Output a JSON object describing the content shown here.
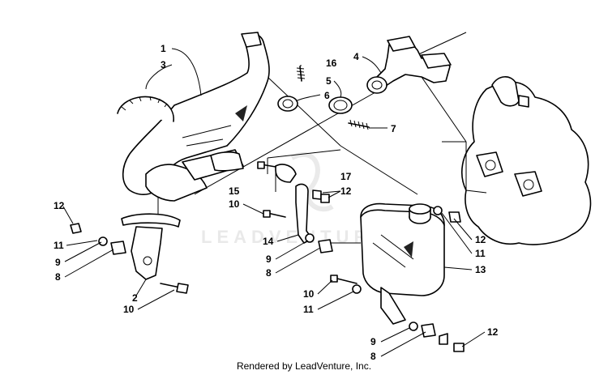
{
  "diagram": {
    "watermark": "LEADVENTURE",
    "credit": "Rendered by LeadVenture, Inc.",
    "callouts": [
      {
        "id": "c1",
        "label": "1"
      },
      {
        "id": "c2",
        "label": "2"
      },
      {
        "id": "c3",
        "label": "3"
      },
      {
        "id": "c4",
        "label": "4"
      },
      {
        "id": "c5",
        "label": "5"
      },
      {
        "id": "c6",
        "label": "6"
      },
      {
        "id": "c7",
        "label": "7"
      },
      {
        "id": "c8a",
        "label": "8"
      },
      {
        "id": "c8b",
        "label": "8"
      },
      {
        "id": "c8c",
        "label": "8"
      },
      {
        "id": "c9a",
        "label": "9"
      },
      {
        "id": "c9b",
        "label": "9"
      },
      {
        "id": "c9c",
        "label": "9"
      },
      {
        "id": "c10a",
        "label": "10"
      },
      {
        "id": "c10b",
        "label": "10"
      },
      {
        "id": "c10c",
        "label": "10"
      },
      {
        "id": "c11a",
        "label": "11"
      },
      {
        "id": "c11b",
        "label": "11"
      },
      {
        "id": "c11c",
        "label": "11"
      },
      {
        "id": "c12a",
        "label": "12"
      },
      {
        "id": "c12b",
        "label": "12"
      },
      {
        "id": "c12c",
        "label": "12"
      },
      {
        "id": "c12d",
        "label": "12"
      },
      {
        "id": "c13",
        "label": "13"
      },
      {
        "id": "c14",
        "label": "14"
      },
      {
        "id": "c15",
        "label": "15"
      },
      {
        "id": "c16",
        "label": "16"
      },
      {
        "id": "c17",
        "label": "17"
      }
    ]
  }
}
